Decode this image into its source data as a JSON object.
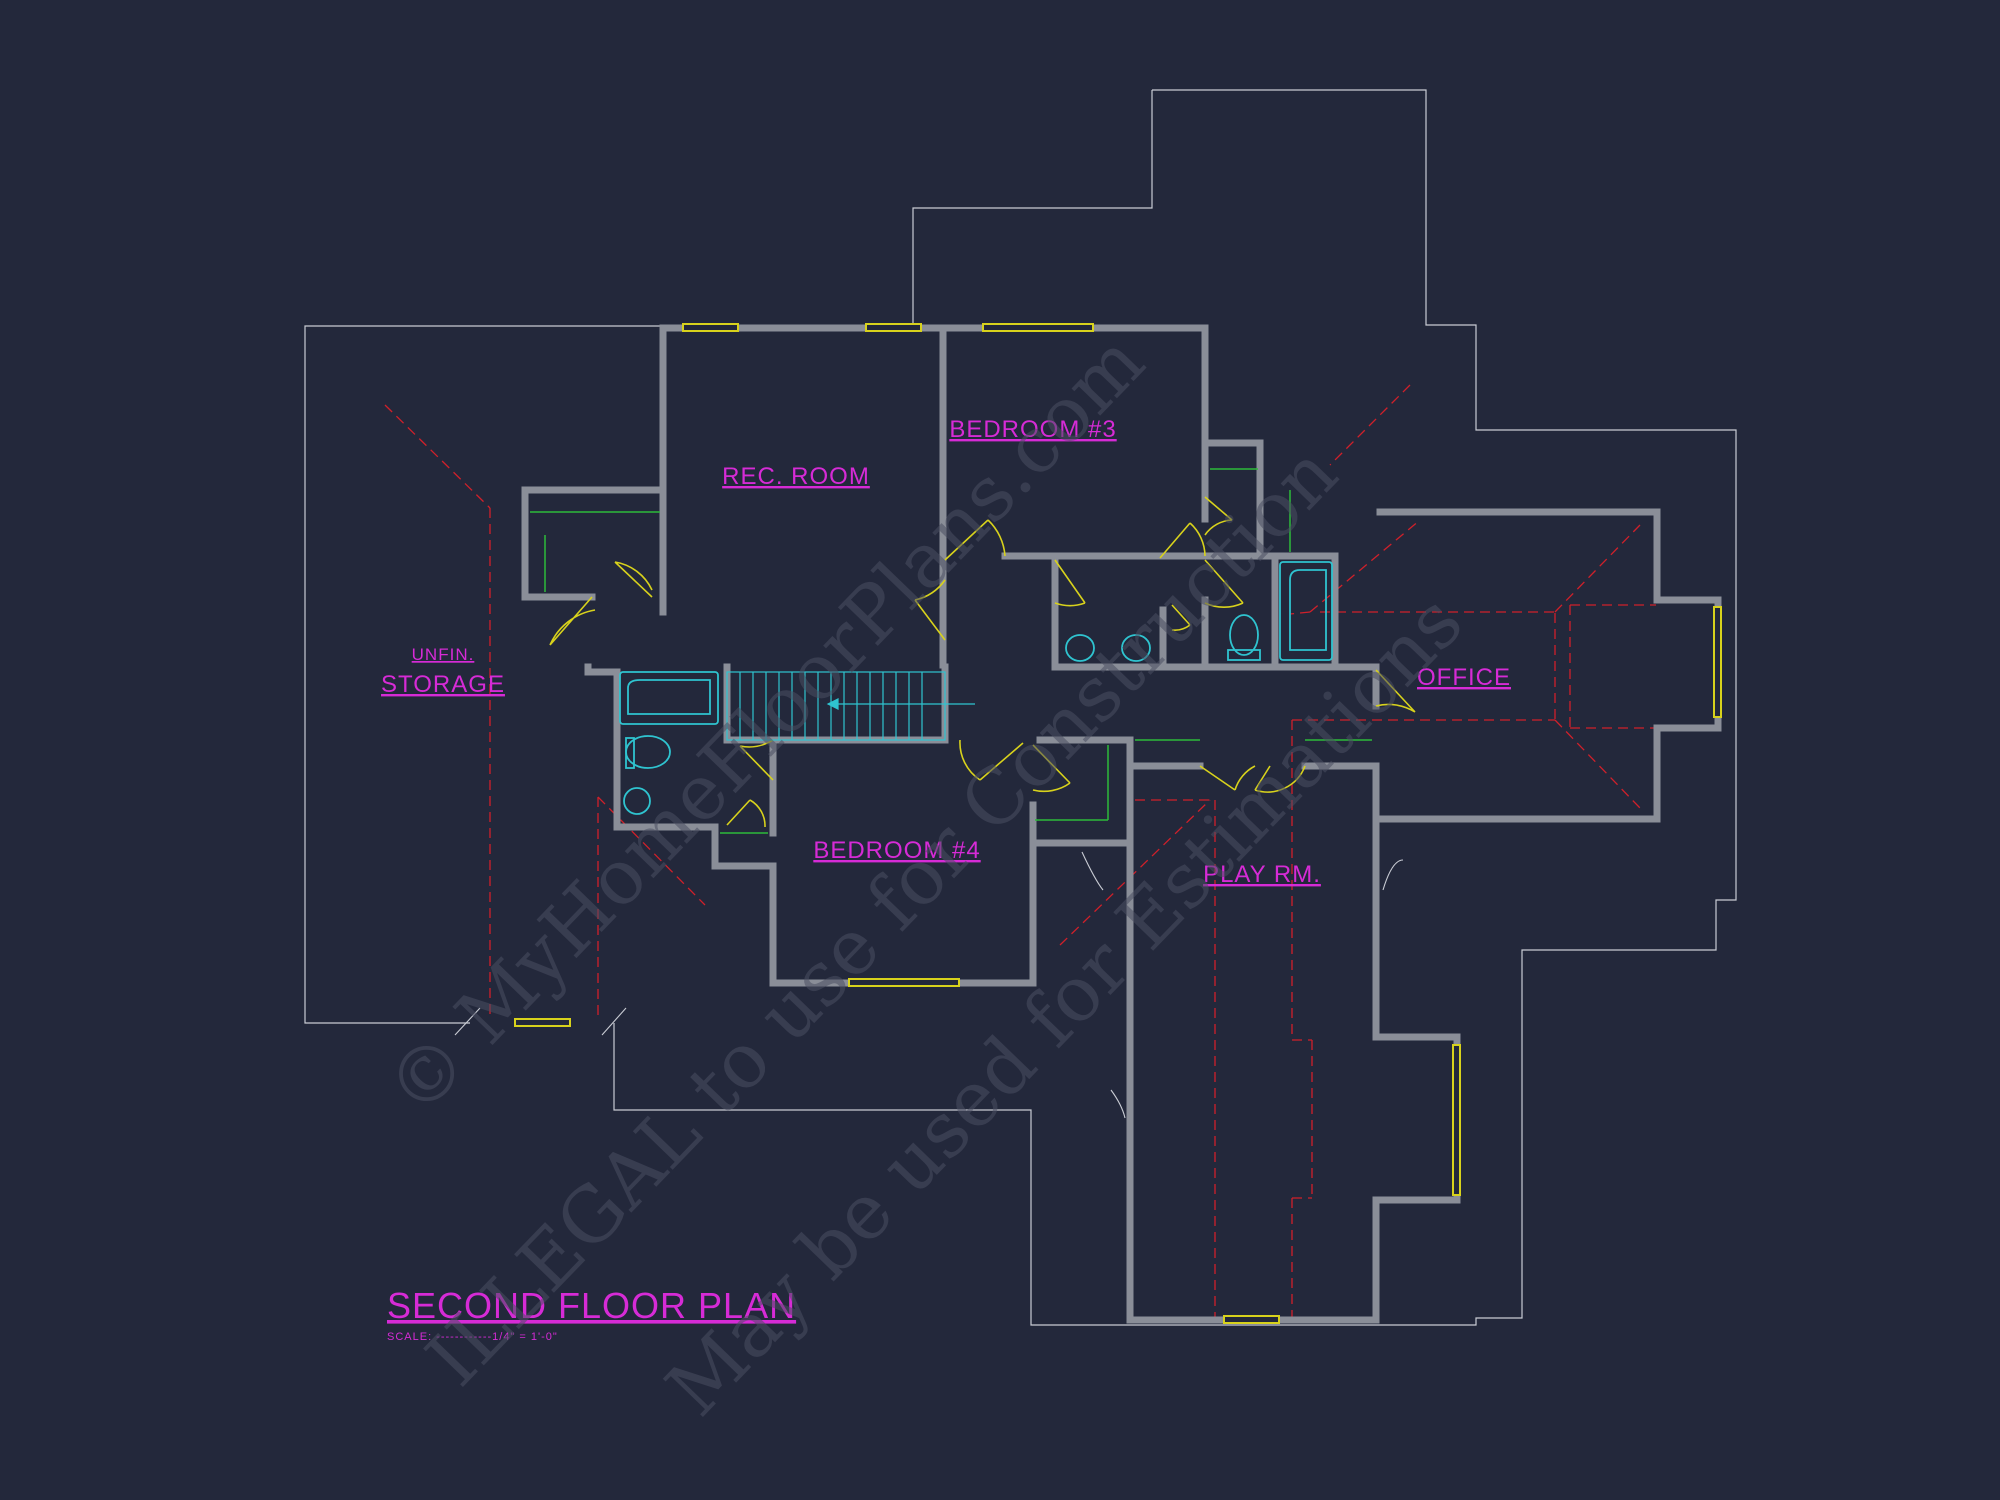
{
  "plan": {
    "title": "SECOND FLOOR PLAN",
    "scale": "SCALE: ------------1/4\" = 1'-0\""
  },
  "rooms": {
    "rec_room": "REC. ROOM",
    "bedroom3": "BEDROOM #3",
    "bedroom4": "BEDROOM #4",
    "office": "OFFICE",
    "play_rm": "PLAY RM.",
    "unfin": "UNFIN.",
    "storage": "STORAGE"
  },
  "watermark": {
    "line1": "© MyHomeFloorPlans.com",
    "line2": "ILLEGAL to use for Construction",
    "line3": "May be used for Estimations"
  },
  "colors": {
    "background": "#23283b",
    "wall": "#8a8e98",
    "label": "#d62bd6",
    "door": "#d8d21c",
    "fixture": "#2fc4d0",
    "roof_hip": "#d0202a",
    "outline": "#c9ccd4",
    "cabinet": "#2dbb3a"
  }
}
